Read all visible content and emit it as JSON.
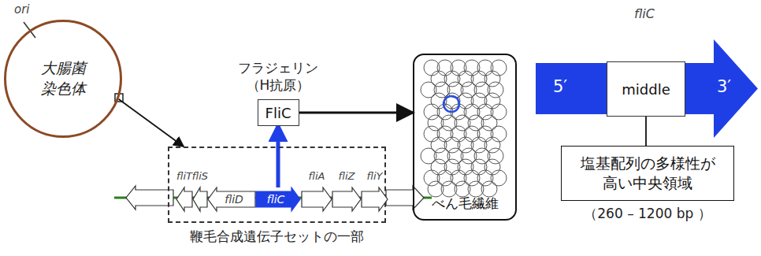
{
  "diagram": {
    "nodes": [
      {
        "text": [
          "大腸菌 染色体"
        ]
      },
      {
        "text": [
          "鞭毛合成遺伝子セットの一部"
        ]
      },
      {
        "text": [
          "fliT"
        ],
        "in": 1
      },
      {
        "text": [
          "fliS"
        ],
        "in": 1
      },
      {
        "text": [
          "fliD"
        ],
        "in": 1
      },
      {
        "text": [
          "fliC"
        ],
        "in": 1
      },
      {
        "text": [
          "fliA"
        ],
        "in": 1
      },
      {
        "text": [
          "fliZ"
        ],
        "in": 1
      },
      {
        "text": [
          "fliY"
        ],
        "in": 1
      },
      {
        "text": [
          "フラジェリン （H抗原）",
          "FliC"
        ]
      },
      {
        "text": [
          "べん毛繊維"
        ]
      },
      {
        "text": [
          "fliC",
          "5′",
          "3′"
        ]
      },
      {
        "text": [
          "middle"
        ],
        "in": 11
      },
      {
        "text": [
          "塩基配列の多様性が 高い中央領域",
          "（260 – 1200 bp ）"
        ]
      }
    ],
    "edges": [
      {
        "from": 0,
        "to": 1,
        "arrow": "to"
      },
      {
        "from": 5,
        "to": 9,
        "arrow": "to"
      },
      {
        "from": 9,
        "to": 10,
        "arrow": "to"
      },
      {
        "from": 13,
        "to": 12,
        "arrow": "none"
      }
    ],
    "labels": [
      "ori"
    ]
  }
}
